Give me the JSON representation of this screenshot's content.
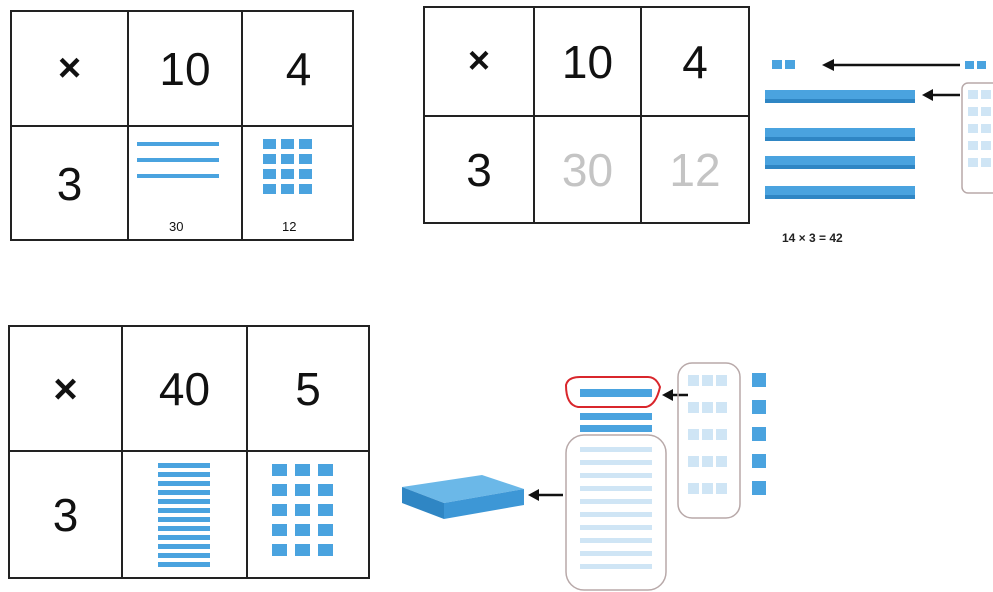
{
  "top_left": {
    "header": [
      "×",
      "10",
      "4"
    ],
    "row_factor": "3",
    "products": [
      "30",
      "12"
    ]
  },
  "top_right": {
    "header": [
      "×",
      "10",
      "4"
    ],
    "row_factor": "3",
    "products": [
      "30",
      "12"
    ],
    "equation": "14 × 3 = 42"
  },
  "bottom": {
    "header": [
      "×",
      "40",
      "5"
    ],
    "row_factor": "3"
  },
  "colors": {
    "block": "#4aa3df",
    "block_dark": "#2f86c4",
    "faint_block": "#cfe5f5",
    "outline": "#b8a9a9",
    "highlight": "#d9262c"
  }
}
